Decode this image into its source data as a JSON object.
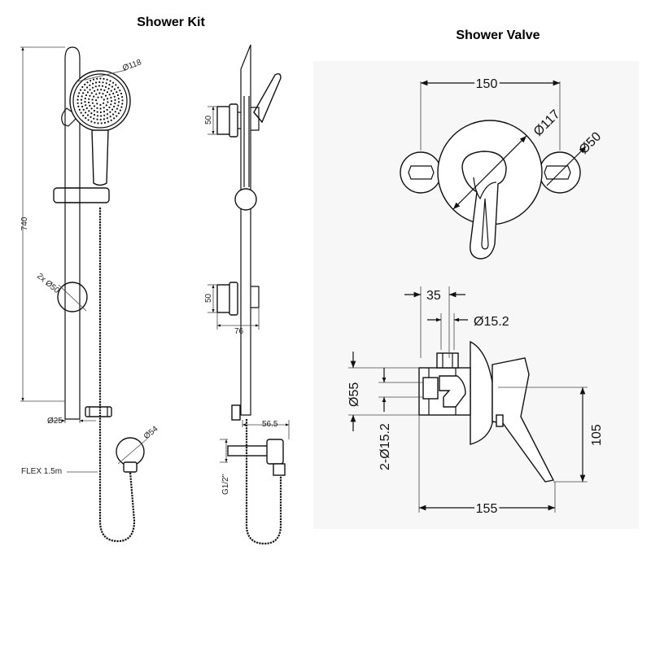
{
  "titles": {
    "shower_kit": "Shower Kit",
    "shower_valve": "Shower Valve"
  },
  "shower_kit_dims": {
    "head_dia": "Ø118",
    "rail_length": "740",
    "brackets": "2x Ø50",
    "rail_dia": "Ø25",
    "flex": "FLEX 1.5m",
    "outlet_dia": "Ø54",
    "bracket_gap_top": "50",
    "bracket_gap_bottom": "50",
    "bracket_depth": "76",
    "outlet_depth": "56.5",
    "outlet_thread": "G1/2\""
  },
  "shower_valve_dims": {
    "width_total": "150",
    "plate_dia": "Ø117",
    "cover_dia": "Ø50",
    "inlet_spacing": "35",
    "inlet_dia": "Ø15.2",
    "body_dia": "Ø55",
    "outlets": "2-Ø15.2",
    "height": "105",
    "depth": "155"
  }
}
